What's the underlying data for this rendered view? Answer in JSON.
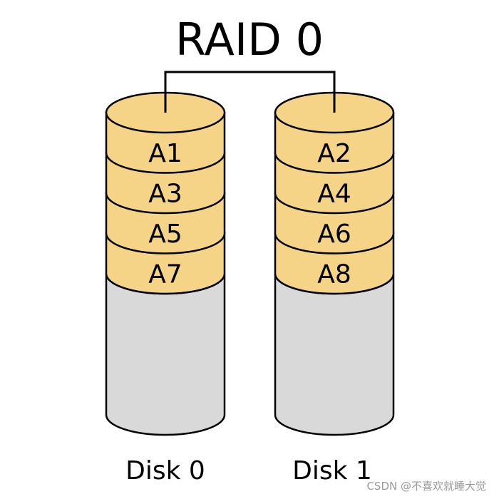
{
  "title": "RAID 0",
  "colors": {
    "block_fill": "#f5d487",
    "empty_fill": "#d9d9d9",
    "stroke": "#000000"
  },
  "disks": [
    {
      "label": "Disk 0",
      "blocks": [
        "A1",
        "A3",
        "A5",
        "A7"
      ]
    },
    {
      "label": "Disk 1",
      "blocks": [
        "A2",
        "A4",
        "A6",
        "A8"
      ]
    }
  ],
  "watermark": "CSDN @不喜欢就睡大觉"
}
